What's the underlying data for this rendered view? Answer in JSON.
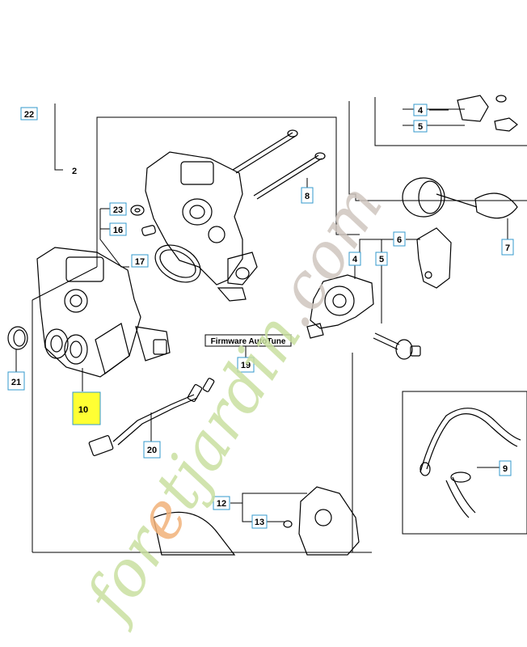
{
  "watermark": {
    "text": "foretjardin.com",
    "colors": {
      "green": "#c9e0a0",
      "orange": "#f2b27a",
      "grey": "#cfc6bf"
    }
  },
  "firmware_label": "Firmware AutoTune",
  "callouts": {
    "c22": "22",
    "c2": "2",
    "c23": "23",
    "c16": "16",
    "c17": "17",
    "c8": "8",
    "c4a": "4",
    "c5a": "5",
    "c6": "6",
    "c4b": "4",
    "c5b": "5",
    "c7": "7",
    "c19": "19",
    "c21": "21",
    "c10": "10",
    "c20": "20",
    "c12": "12",
    "c13": "13",
    "c9": "9"
  },
  "highlight_color": "#ffff33",
  "box_border_color": "#3399cc"
}
